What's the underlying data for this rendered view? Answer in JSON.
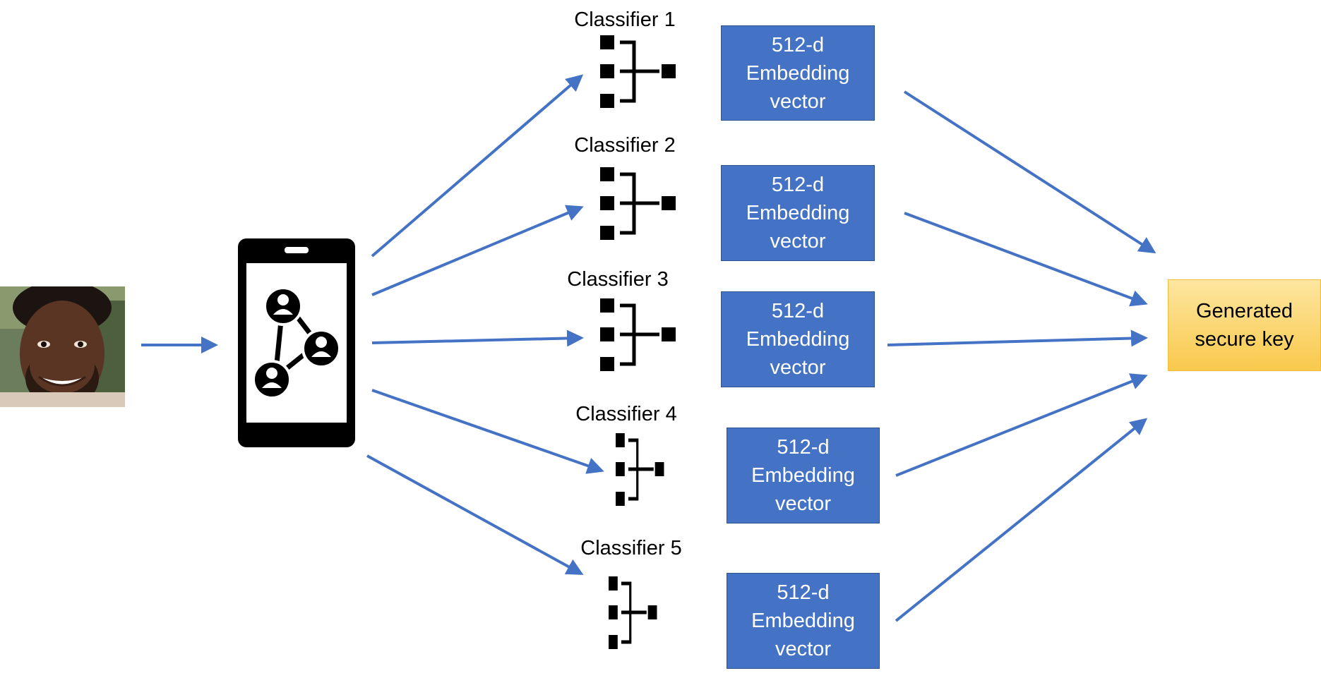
{
  "classifiers": [
    {
      "label": "Classifier 1"
    },
    {
      "label": "Classifier 2"
    },
    {
      "label": "Classifier 3"
    },
    {
      "label": "Classifier 4"
    },
    {
      "label": "Classifier 5"
    }
  ],
  "embeddings": [
    {
      "line1": "512-d",
      "line2": "Embedding",
      "line3": "vector"
    },
    {
      "line1": "512-d",
      "line2": "Embedding",
      "line3": "vector"
    },
    {
      "line1": "512-d",
      "line2": "Embedding",
      "line3": "vector"
    },
    {
      "line1": "512-d",
      "line2": "Embedding",
      "line3": "vector"
    },
    {
      "line1": "512-d",
      "line2": "Embedding",
      "line3": "vector"
    }
  ],
  "output": {
    "line1": "Generated",
    "line2": "secure key"
  },
  "icons": {
    "input": "face-photo",
    "device": "smartphone-network-icon",
    "classifier": "hierarchy-icon"
  },
  "colors": {
    "arrow": "#4472c4",
    "embedding_box": "#4472c4",
    "key_box": "#f9c94c"
  }
}
